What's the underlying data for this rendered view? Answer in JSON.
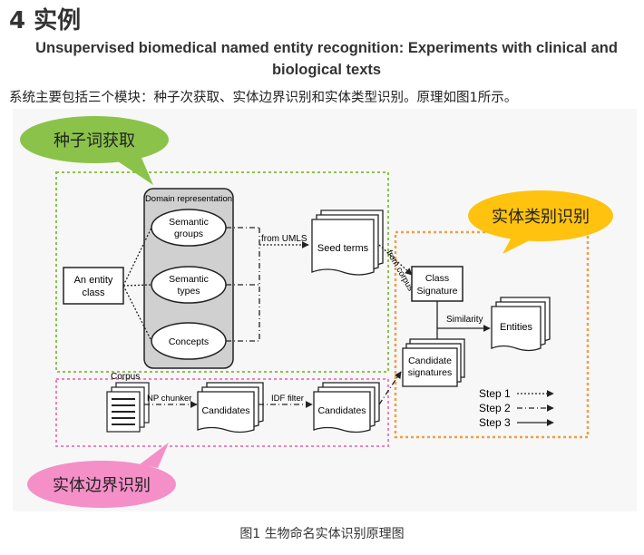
{
  "section": {
    "title": "4 实例"
  },
  "paper": {
    "title": "Unsupervised biomedical named entity recognition: Experiments with clinical and biological texts"
  },
  "intro": {
    "text": "系统主要包括三个模块：种子次获取、实体边界识别和实体类型识别。原理如图1所示。"
  },
  "figure": {
    "caption": "图1  生物命名实体识别原理图",
    "bubbles": {
      "seed": "种子词获取",
      "type": "实体类别识别",
      "boundary": "实体边界识别"
    },
    "nodes": {
      "entity_class": [
        "An entity",
        "class"
      ],
      "domain_rep": "Domain representation",
      "semantic_groups": [
        "Semantic",
        "groups"
      ],
      "semantic_types": [
        "Semantic",
        "types"
      ],
      "concepts": "Concepts",
      "seed_terms": "Seed terms",
      "class_signature": [
        "Class",
        "Signature"
      ],
      "entities": "Entities",
      "candidate_signatures": [
        "Candidate",
        "signatures"
      ],
      "corpus": "Corpus",
      "candidates_1": "Candidates",
      "candidates_2": "Candidates"
    },
    "edges": {
      "from_umls": "from UMLS",
      "from_corpus": "from corpus",
      "similarity": "Similarity",
      "np_chunker": "NP chunker",
      "idf_filter": "IDF filter"
    },
    "legend": [
      "Step 1",
      "Step 2",
      "Step 3"
    ],
    "colors": {
      "green_bubble": "#8bc34a",
      "yellow_bubble": "#ffc20e",
      "pink_bubble": "#f48fc8",
      "green_box": "#8bc34a",
      "orange_box": "#f0a040",
      "pink_box": "#f080c0"
    }
  }
}
